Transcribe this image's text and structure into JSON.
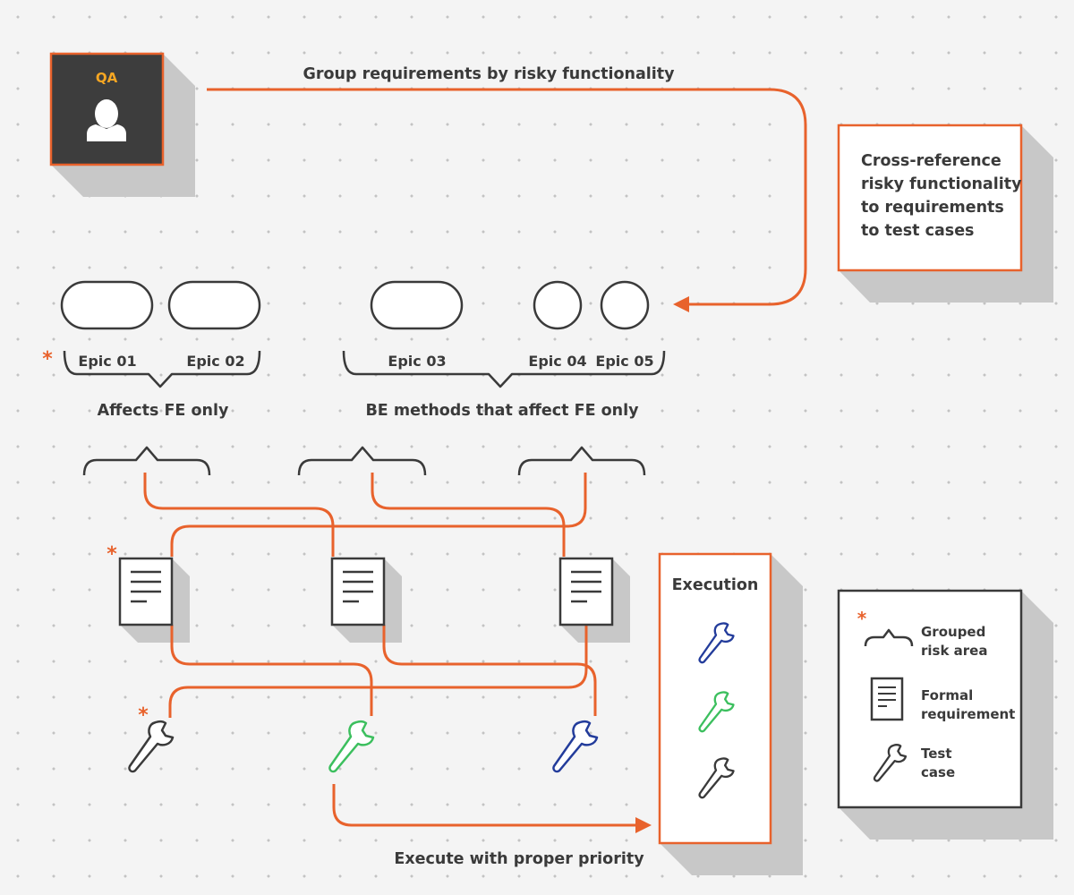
{
  "qa": {
    "label": "QA",
    "label_color": "#f5a623",
    "bg": "#3d3d3d",
    "border": "#e8622c"
  },
  "group_step": "Group requirements by risky functionality",
  "cross_ref": {
    "lines": [
      "Cross-reference",
      "risky functionality",
      "to requirements",
      "to test cases"
    ]
  },
  "epics": [
    {
      "label": "Epic 01"
    },
    {
      "label": "Epic 02"
    },
    {
      "label": "Epic 03"
    },
    {
      "label": "Epic 04"
    },
    {
      "label": "Epic 05"
    }
  ],
  "asterisk": "*",
  "groups": [
    "Affects FE only",
    "BE methods that affect FE only"
  ],
  "execute_step": "Execute with proper priority",
  "execution": {
    "title": "Execution"
  },
  "legend": {
    "items": [
      {
        "icon": "brace-icon",
        "line1": "Grouped",
        "line2": "risk area"
      },
      {
        "icon": "document-icon",
        "line1": "Formal",
        "line2": "requirement"
      },
      {
        "icon": "wrench-icon",
        "line1": "Test",
        "line2": "case"
      }
    ]
  },
  "colors": {
    "accent": "#e8622c",
    "dark": "#3a3a3a",
    "green": "#3cbf5e",
    "blue": "#233c9b",
    "shadow": "#c8c8c8",
    "box_bg": "#ffffff"
  }
}
